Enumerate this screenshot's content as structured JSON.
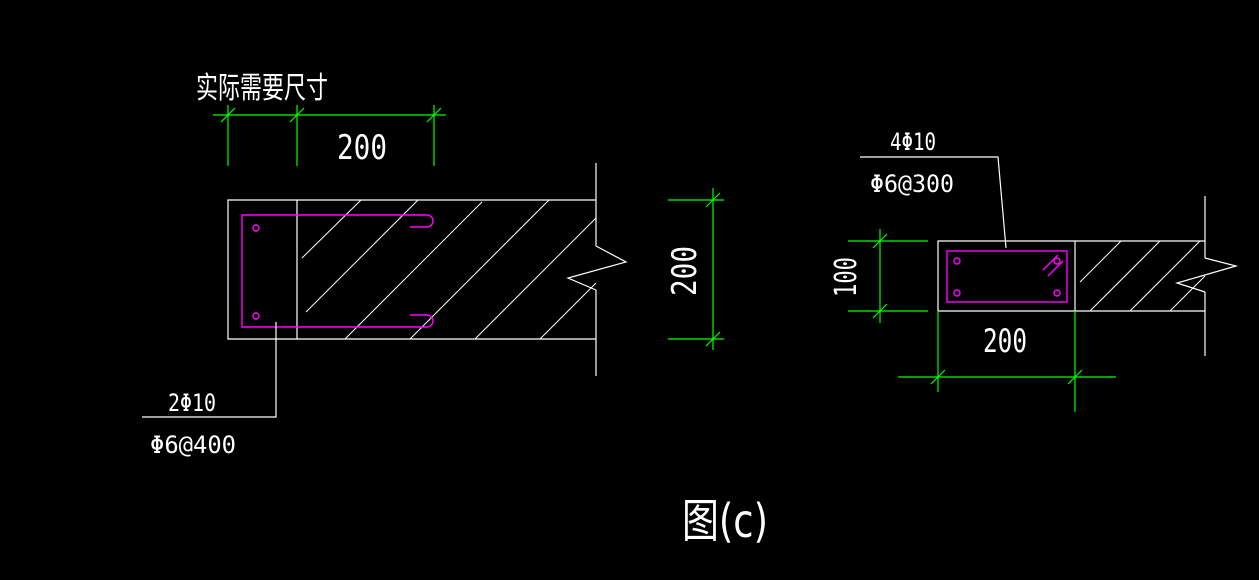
{
  "colors": {
    "background": "#000000",
    "outline": "#ffffff",
    "rebar": "#ff00ff",
    "dimension": "#00ff00"
  },
  "left_detail": {
    "top_caption": "实际需要尺寸",
    "top_dimension": "200",
    "side_dimension": "200",
    "rebar_main": "2Φ10",
    "rebar_stirrup": "Φ6@400"
  },
  "right_detail": {
    "rebar_main": "4Φ10",
    "rebar_stirrup": "Φ6@300",
    "side_dimension": "100",
    "bottom_dimension": "200"
  },
  "figure_label": "图(c)"
}
